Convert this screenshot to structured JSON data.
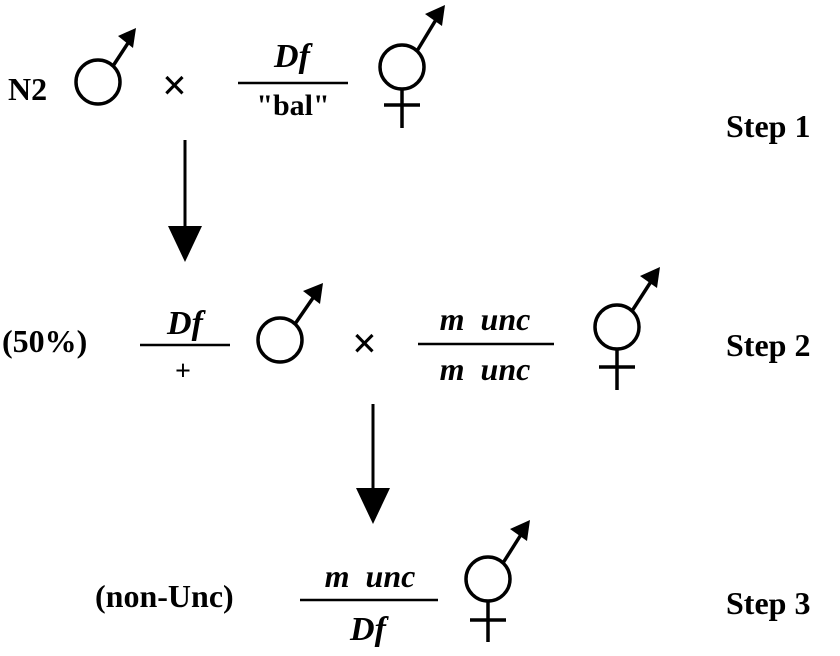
{
  "steps": [
    {
      "label": "Step 1",
      "left_label": "N2",
      "left_symbol": "male-symbol-icon",
      "cross": "×",
      "genotype": {
        "top": "Df",
        "bottom": "\"bal\""
      },
      "right_symbol": "hermaphrodite-symbol-icon"
    },
    {
      "label": "Step 2",
      "left_label": "(50%)",
      "left_genotype": {
        "top": "Df",
        "bottom": "+"
      },
      "left_symbol": "male-symbol-icon",
      "cross": "×",
      "right_genotype": {
        "top": "m  unc",
        "bottom": "m  unc"
      },
      "right_symbol": "hermaphrodite-symbol-icon"
    },
    {
      "label": "Step 3",
      "left_label": "(non-Unc)",
      "genotype": {
        "top": "m  unc",
        "bottom": "Df"
      },
      "symbol": "hermaphrodite-symbol-icon"
    }
  ],
  "arrows": [
    "down-arrow-icon",
    "down-arrow-icon"
  ]
}
